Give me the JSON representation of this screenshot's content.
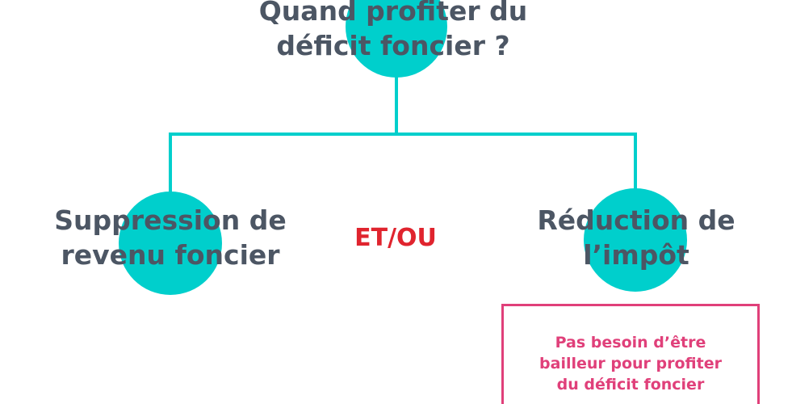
{
  "colors": {
    "accent": "#00cfcc",
    "text": "#4c5664",
    "operator": "#e0242e",
    "note": "#e0407a"
  },
  "root": {
    "line1": "Quand profiter du",
    "line2": "déficit foncier ?"
  },
  "branches": [
    {
      "line1": "Suppression de",
      "line2": "revenu foncier"
    },
    {
      "line1": "Réduction de",
      "line2": "l’impôt"
    }
  ],
  "operator": "ET/OU",
  "note": {
    "line1": "Pas besoin d’être",
    "line2": "bailleur pour profiter",
    "line3": "du déficit foncier"
  }
}
